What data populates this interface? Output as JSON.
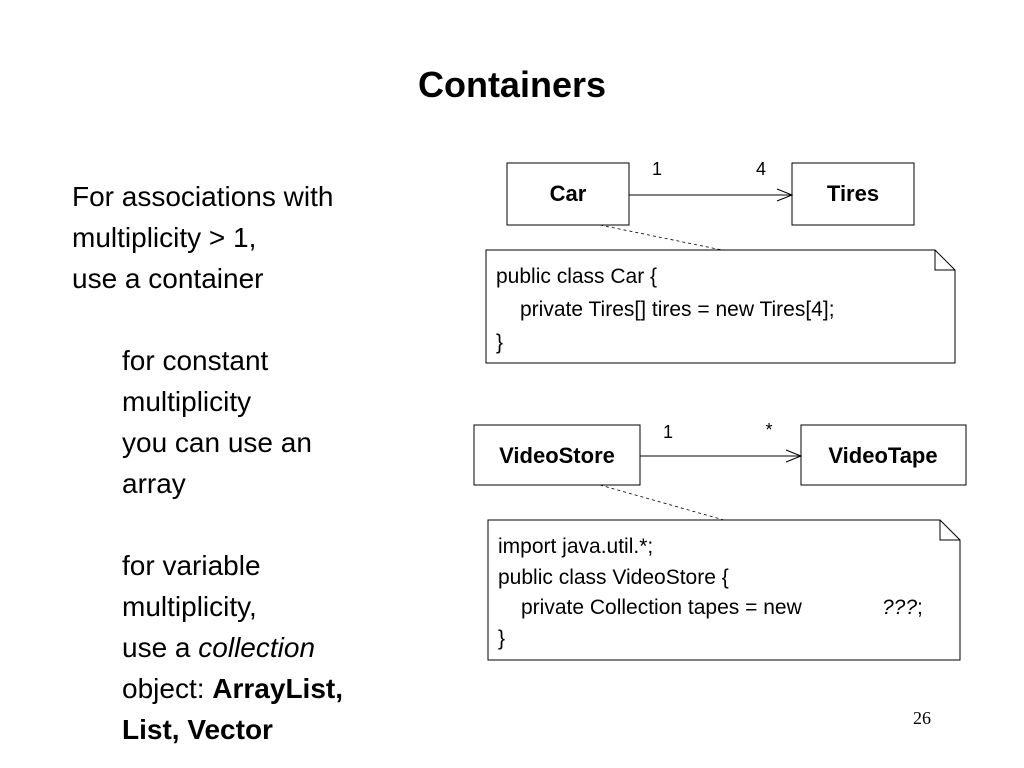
{
  "slide": {
    "title": "Containers",
    "page_number": "26"
  },
  "left_text": {
    "intro": [
      "For associations with",
      "multiplicity > 1,",
      "use a container"
    ],
    "constant": [
      "for constant",
      "multiplicity",
      "you can use an",
      "array"
    ],
    "variable_1": "for variable",
    "variable_2": "multiplicity,",
    "variable_3_prefix": "use a ",
    "variable_3_em": "collection",
    "variable_4_prefix": "object: ",
    "variable_4_bold": "ArrayList,",
    "variable_5_bold": "List, Vector"
  },
  "diagram1": {
    "class_a": "Car",
    "class_b": "Tires",
    "mult_a": "1",
    "mult_b": "4",
    "note": [
      "public class Car {",
      "private Tires[] tires = new Tires[4];",
      "}"
    ]
  },
  "diagram2": {
    "class_a": "VideoStore",
    "class_b": "VideoTape",
    "mult_a": "1",
    "mult_b": "*",
    "note_line1": "import java.util.*;",
    "note_line2": "public class VideoStore {",
    "note_line3": "private Collection tapes = new",
    "note_line3_em": "???",
    "note_line3_end": ";",
    "note_line4": "}"
  }
}
